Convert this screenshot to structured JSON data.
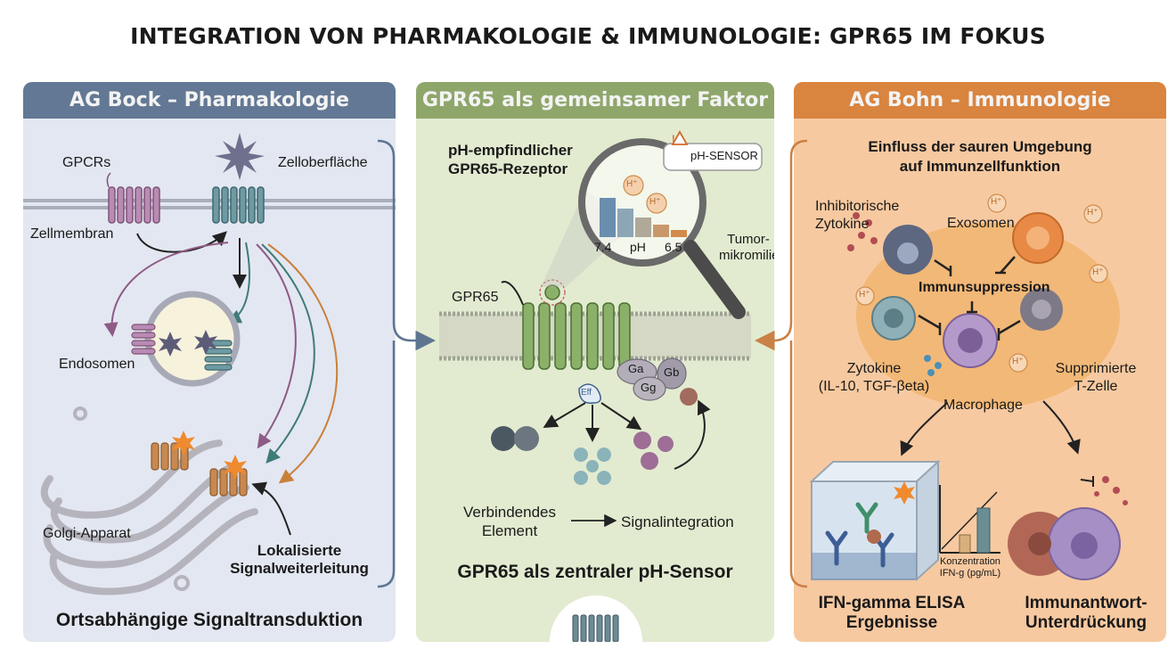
{
  "title": "INTEGRATION VON PHARMAKOLOGIE & IMMUNOLOGIE: GPR65 IM FOKUS",
  "colors": {
    "left_header": "#637894",
    "mid_header": "#8fa66b",
    "right_header": "#d9843f",
    "left_bg": "#e3e7f1",
    "mid_bg": "#e2ebd0",
    "right_bg": "#f7c9a0"
  },
  "left": {
    "header": "AG Bock – Pharmakologie",
    "gpcrs": "GPCRs",
    "surface": "Zelloberfläche",
    "membrane": "Zellmembran",
    "endosomes": "Endosomen",
    "golgi": "Golgi-Apparat",
    "local_signal_1": "Lokalisierte",
    "local_signal_2": "Signalweiterleitung",
    "footer": "Ortsabhängige Signaltransduktion"
  },
  "middle": {
    "header": "GPR65 als gemeinsamer Faktor",
    "receptor_1": "pH-empfindlicher",
    "receptor_2": "GPR65-Rezeptor",
    "sensor_badge": "pH-SENSOR",
    "ph_high": "7.4",
    "ph_mid": "pH",
    "ph_low": "6.5",
    "ion": "H⁺",
    "tumor_1": "Tumor-",
    "tumor_2": "mikromilieu",
    "gpr65": "GPR65",
    "ga": "Ga",
    "gb": "Gb",
    "gg": "Gg",
    "effector": "Eff",
    "connecting_1": "Verbindendes",
    "connecting_2": "Element",
    "integration": "Signalintegration",
    "footer": "GPR65 als zentraler pH-Sensor"
  },
  "right": {
    "header": "AG Bohn – Immunologie",
    "influence_1": "Einfluss der sauren Umgebung",
    "influence_2": "auf Immunzellfunktion",
    "inhib_1": "Inhibitorische",
    "inhib_2": "Zytokine",
    "exosomes": "Exosomen",
    "immunosuppression": "Immunsuppression",
    "cytokines_1": "Zytokine",
    "cytokines_2": "(IL-10, TGF-βeta)",
    "suppressed_1": "Supprimierte",
    "suppressed_2": "T-Zelle",
    "macrophage": "Macrophage",
    "conc_1": "Konzentration",
    "conc_2": "IFN-g (pg/mL)",
    "elisa_1": "IFN-gamma ELISA",
    "elisa_2": "Ergebnisse",
    "response_1": "Immunantwort-",
    "response_2": "Unterdrückung",
    "ion": "H⁺"
  }
}
